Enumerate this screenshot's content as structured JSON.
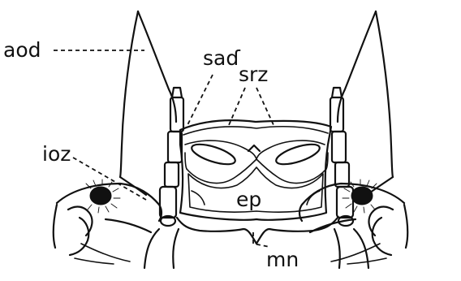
{
  "figure": {
    "labels": {
      "aod": "aod",
      "sad": "saɗ",
      "srz": "srz",
      "ioz": "ioz",
      "ep": "ep",
      "mn": "mn"
    },
    "colors": {
      "ink": "#111111",
      "background": "#ffffff"
    }
  }
}
